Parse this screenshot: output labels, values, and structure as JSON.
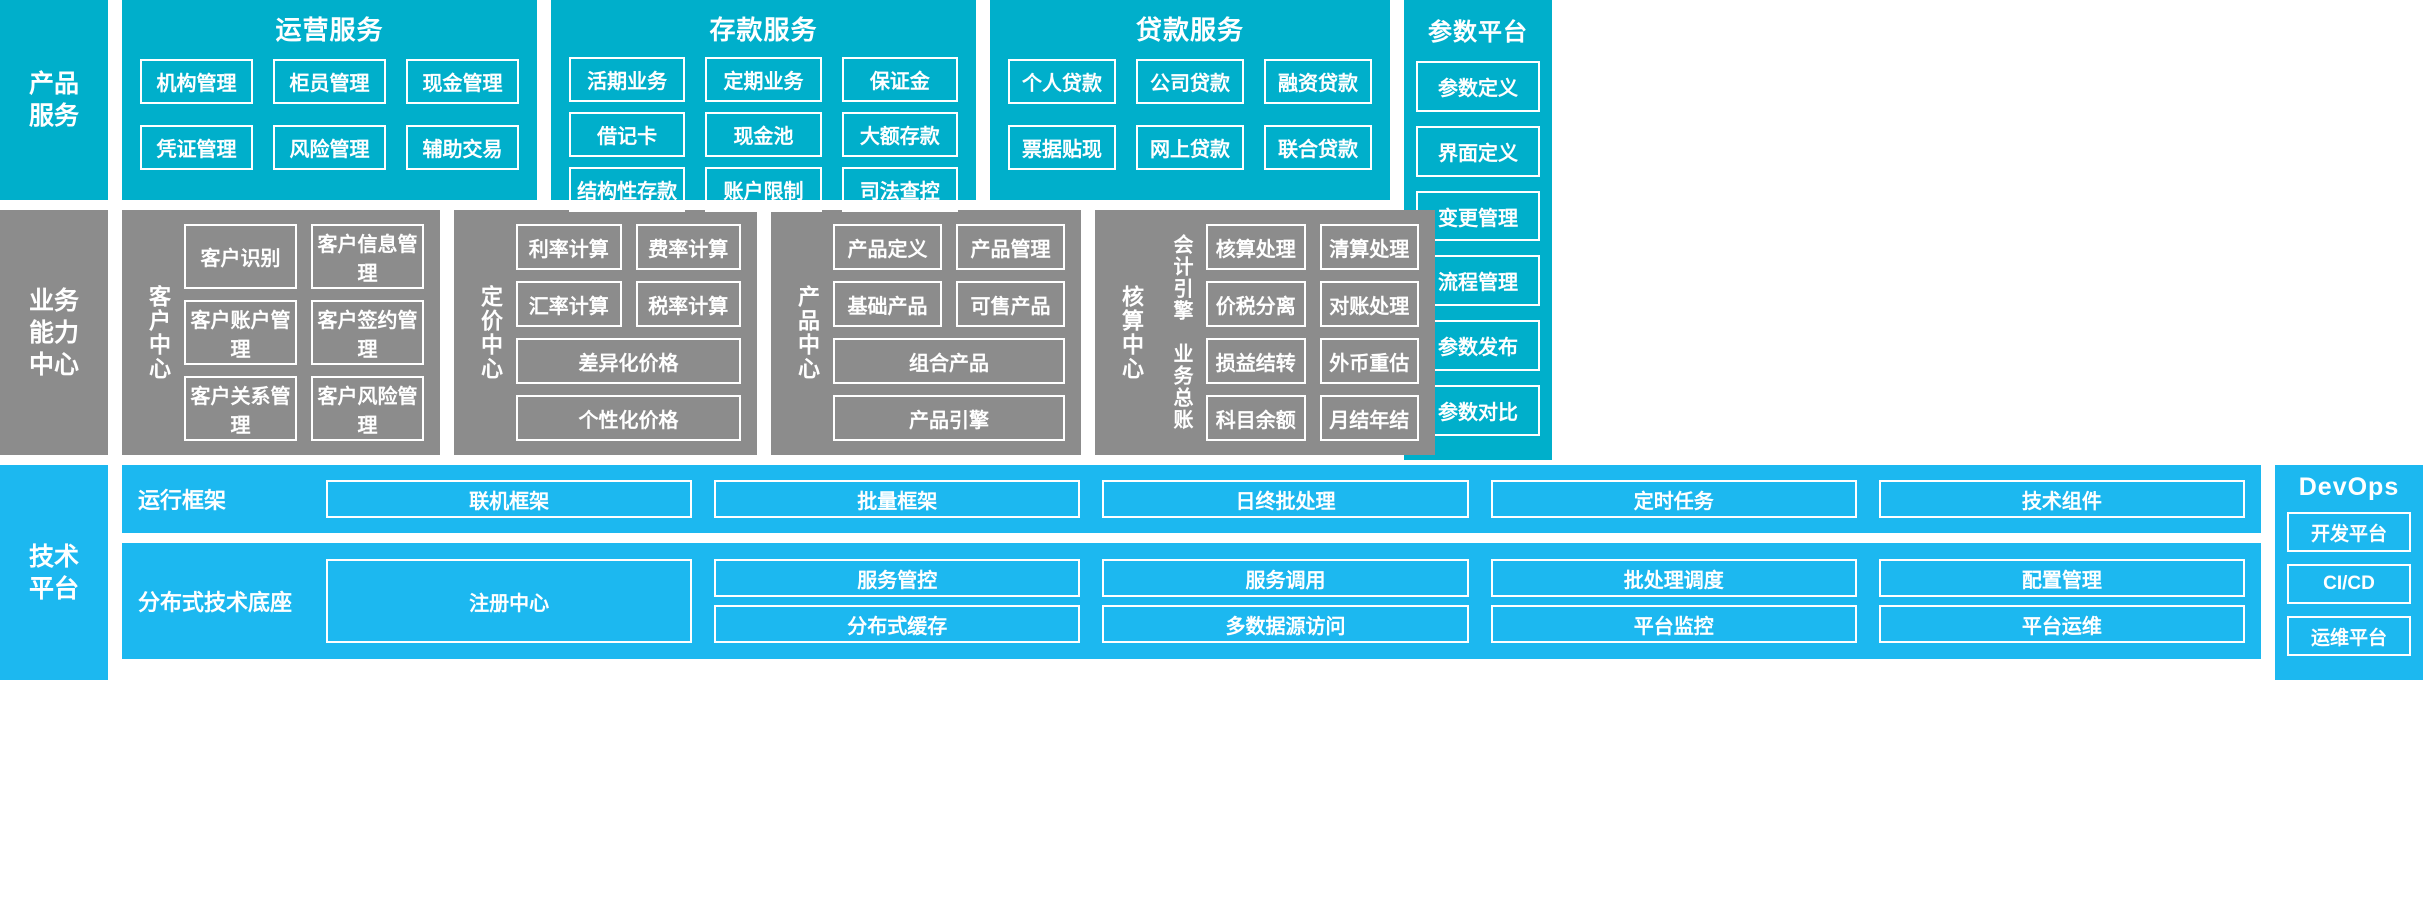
{
  "colors": {
    "product_service_teal": "#00AFCB",
    "business_capability_gray": "#8C8C8C",
    "tech_platform_blue": "#1CB8F0",
    "border_white": "#FFFFFF"
  },
  "layers": {
    "product_service": {
      "label": "产品\n服务",
      "label_line1": "产品",
      "label_line2": "服务",
      "groups": [
        {
          "title": "运营服务",
          "rows": [
            [
              "机构管理",
              "柜员管理",
              "现金管理"
            ],
            [
              "凭证管理",
              "风险管理",
              "辅助交易"
            ]
          ]
        },
        {
          "title": "存款服务",
          "rows": [
            [
              "活期业务",
              "定期业务",
              "保证金"
            ],
            [
              "借记卡",
              "现金池",
              "大额存款"
            ],
            [
              "结构性存款",
              "账户限制",
              "司法查控"
            ]
          ]
        },
        {
          "title": "贷款服务",
          "rows": [
            [
              "个人贷款",
              "公司贷款",
              "融资贷款"
            ],
            [
              "票据贴现",
              "网上贷款",
              "联合贷款"
            ]
          ]
        }
      ]
    },
    "parameter_platform": {
      "title": "参数平台",
      "items": [
        "参数定义",
        "界面定义",
        "变更管理",
        "流程管理",
        "参数发布",
        "参数对比"
      ]
    },
    "business_capability": {
      "label_line1": "业务",
      "label_line2": "能力",
      "label_line3": "中心",
      "centers": [
        {
          "name": "客户中心",
          "sub_labels": [],
          "rows": [
            [
              "客户识别",
              "客户信息管理"
            ],
            [
              "客户账户管理",
              "客户签约管理"
            ],
            [
              "客户关系管理",
              "客户风险管理"
            ]
          ]
        },
        {
          "name": "定价中心",
          "sub_labels": [],
          "rows": [
            [
              "利率计算",
              "费率计算"
            ],
            [
              "汇率计算",
              "税率计算"
            ],
            [
              "差异化价格"
            ],
            [
              "个性化价格"
            ]
          ]
        },
        {
          "name": "产品中心",
          "sub_labels": [],
          "rows": [
            [
              "产品定义",
              "产品管理"
            ],
            [
              "基础产品",
              "可售产品"
            ],
            [
              "组合产品"
            ],
            [
              "产品引擎"
            ]
          ]
        },
        {
          "name": "核算中心",
          "sub_labels": [
            "会计引擎",
            "业务总账"
          ],
          "rows": [
            [
              "核算处理",
              "清算处理"
            ],
            [
              "价税分离",
              "对账处理"
            ],
            [
              "损益结转",
              "外币重估"
            ],
            [
              "科目余额",
              "月结年结"
            ]
          ]
        }
      ]
    },
    "tech_platform": {
      "label_line1": "技术",
      "label_line2": "平台",
      "strips": [
        {
          "label": "运行框架",
          "cells": [
            "联机框架",
            "批量框架",
            "日终批处理",
            "定时任务",
            "技术组件"
          ]
        },
        {
          "label": "分布式技术底座",
          "wide_cell": "注册中心",
          "stacks": [
            [
              "服务管控",
              "分布式缓存"
            ],
            [
              "服务调用",
              "多数据源访问"
            ],
            [
              "批处理调度",
              "平台监控"
            ],
            [
              "配置管理",
              "平台运维"
            ]
          ]
        }
      ]
    },
    "devops": {
      "title": "DevOps",
      "items": [
        "开发平台",
        "CI/CD",
        "运维平台"
      ]
    }
  }
}
